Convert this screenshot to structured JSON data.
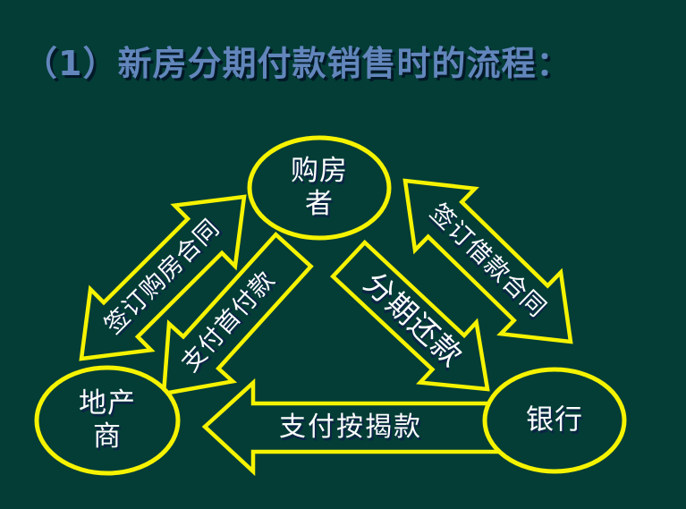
{
  "slide": {
    "title": "（1）新房分期付款销售时的流程："
  },
  "colors": {
    "background": "#033d36",
    "accent_yellow": "#f6f300",
    "title_blue": "#6286bc",
    "label_white": "#fdfeff",
    "label_shadow": "#0d2347"
  },
  "nodes": {
    "buyer": {
      "label": "购房\n者"
    },
    "developer": {
      "label": "地产\n商"
    },
    "bank": {
      "label": "银行"
    }
  },
  "arrows": {
    "sign_purchase_contract": {
      "label": "签订购房合同",
      "between": [
        "地产商",
        "购房者"
      ],
      "heads": "both"
    },
    "pay_down_payment": {
      "label": "支付首付款",
      "from": "购房者",
      "to": "地产商",
      "heads": "single"
    },
    "sign_loan_contract": {
      "label": "签订借款合同",
      "between": [
        "购房者",
        "银行"
      ],
      "heads": "both"
    },
    "installment_repayment": {
      "label": "分期还款",
      "from": "购房者",
      "to": "银行",
      "heads": "single"
    },
    "pay_mortgage_funds": {
      "label": "支付按揭款",
      "from": "银行",
      "to": "地产商",
      "heads": "single"
    }
  }
}
